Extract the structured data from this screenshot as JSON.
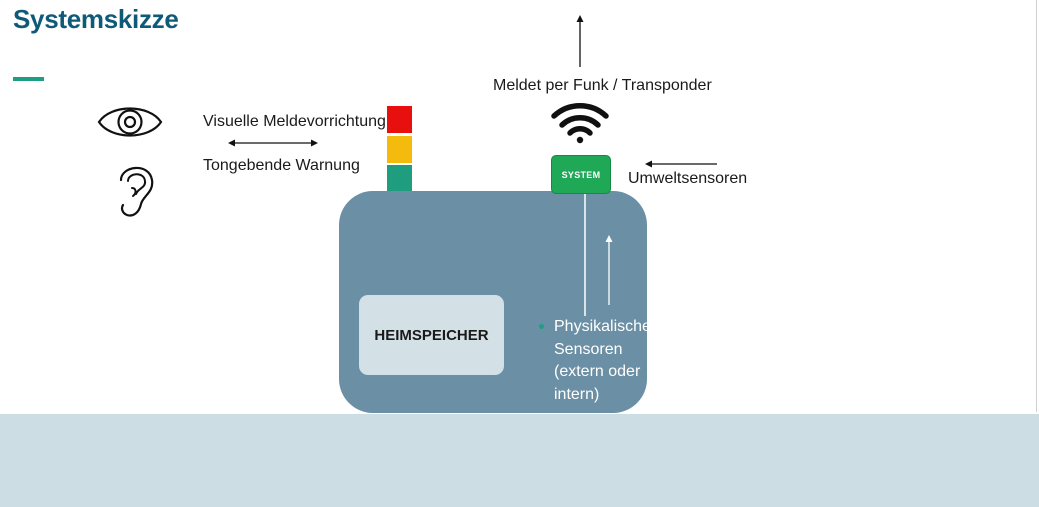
{
  "header": {
    "title": "Systemskizze"
  },
  "labels": {
    "visual": "Visuelle Meldevorrichtung",
    "sound": "Tongebende Warnung",
    "radio": "Meldet per Funk / Transponder",
    "env": "Umweltsensoren"
  },
  "boxes": {
    "storage": "HEIMSPEICHER",
    "system": "SYSTEM"
  },
  "sensors": {
    "lines": [
      "Physikalische",
      "Sensoren",
      "(extern oder",
      "intern)"
    ]
  },
  "icons": [
    "eye-icon",
    "ear-icon",
    "wifi-icon"
  ],
  "colors": {
    "title": "#0e5a78",
    "accent": "#1f9e86",
    "signal_red": "#e8100f",
    "signal_yellow": "#f5bb0c",
    "signal_green": "#1e9e7f",
    "base": "#6b8fa4",
    "storage": "#d3e0e6",
    "system": "#1fa855",
    "ground": "#cddde4"
  }
}
